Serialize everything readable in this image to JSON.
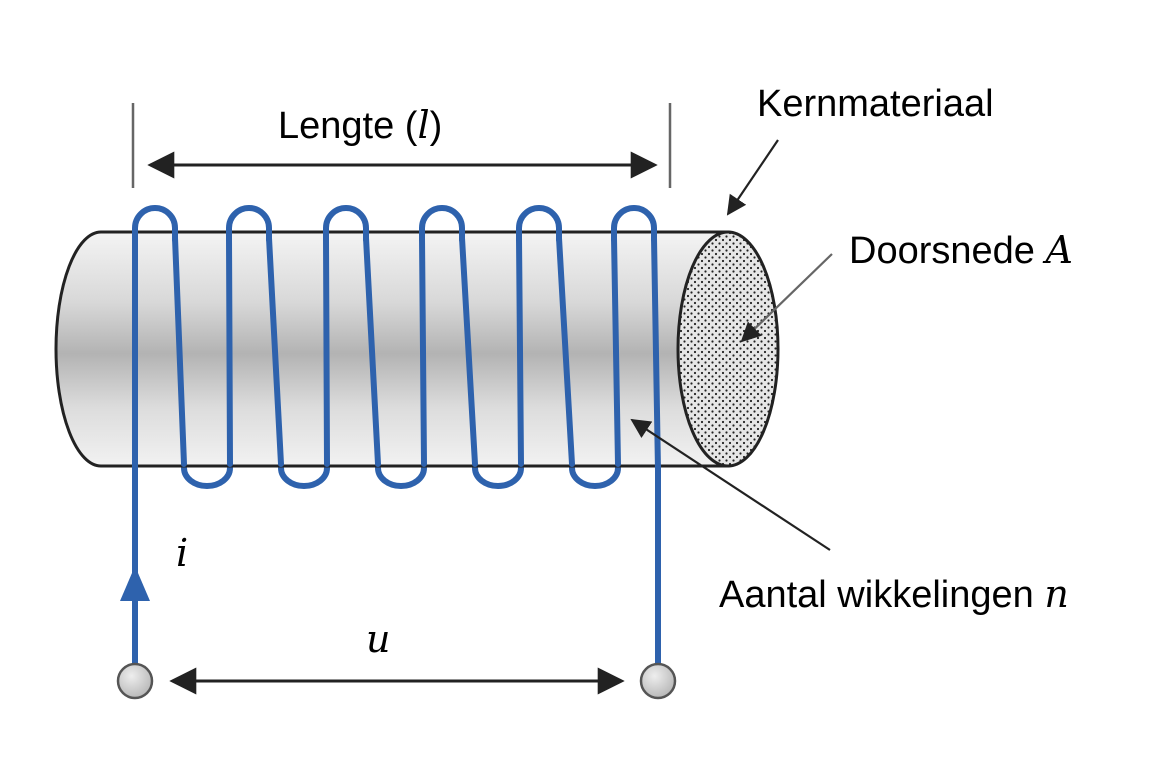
{
  "labels": {
    "length_text": "Lengte (",
    "length_symbol": "l",
    "length_close": ")",
    "core_material": "Kernmateriaal",
    "cross_section_text": "Doorsnede ",
    "cross_section_symbol": "A",
    "windings_text": "Aantal wikkelingen ",
    "windings_symbol": "n",
    "current_symbol": "i",
    "voltage_symbol": "u"
  },
  "coil": {
    "turns_front": 6,
    "turns_back": 5
  },
  "colors": {
    "wire": "#2e62ad",
    "core_outline": "#222222",
    "terminal_fill": "#c8c8c8",
    "terminal_stroke": "#555555",
    "arrow": "#222222"
  }
}
